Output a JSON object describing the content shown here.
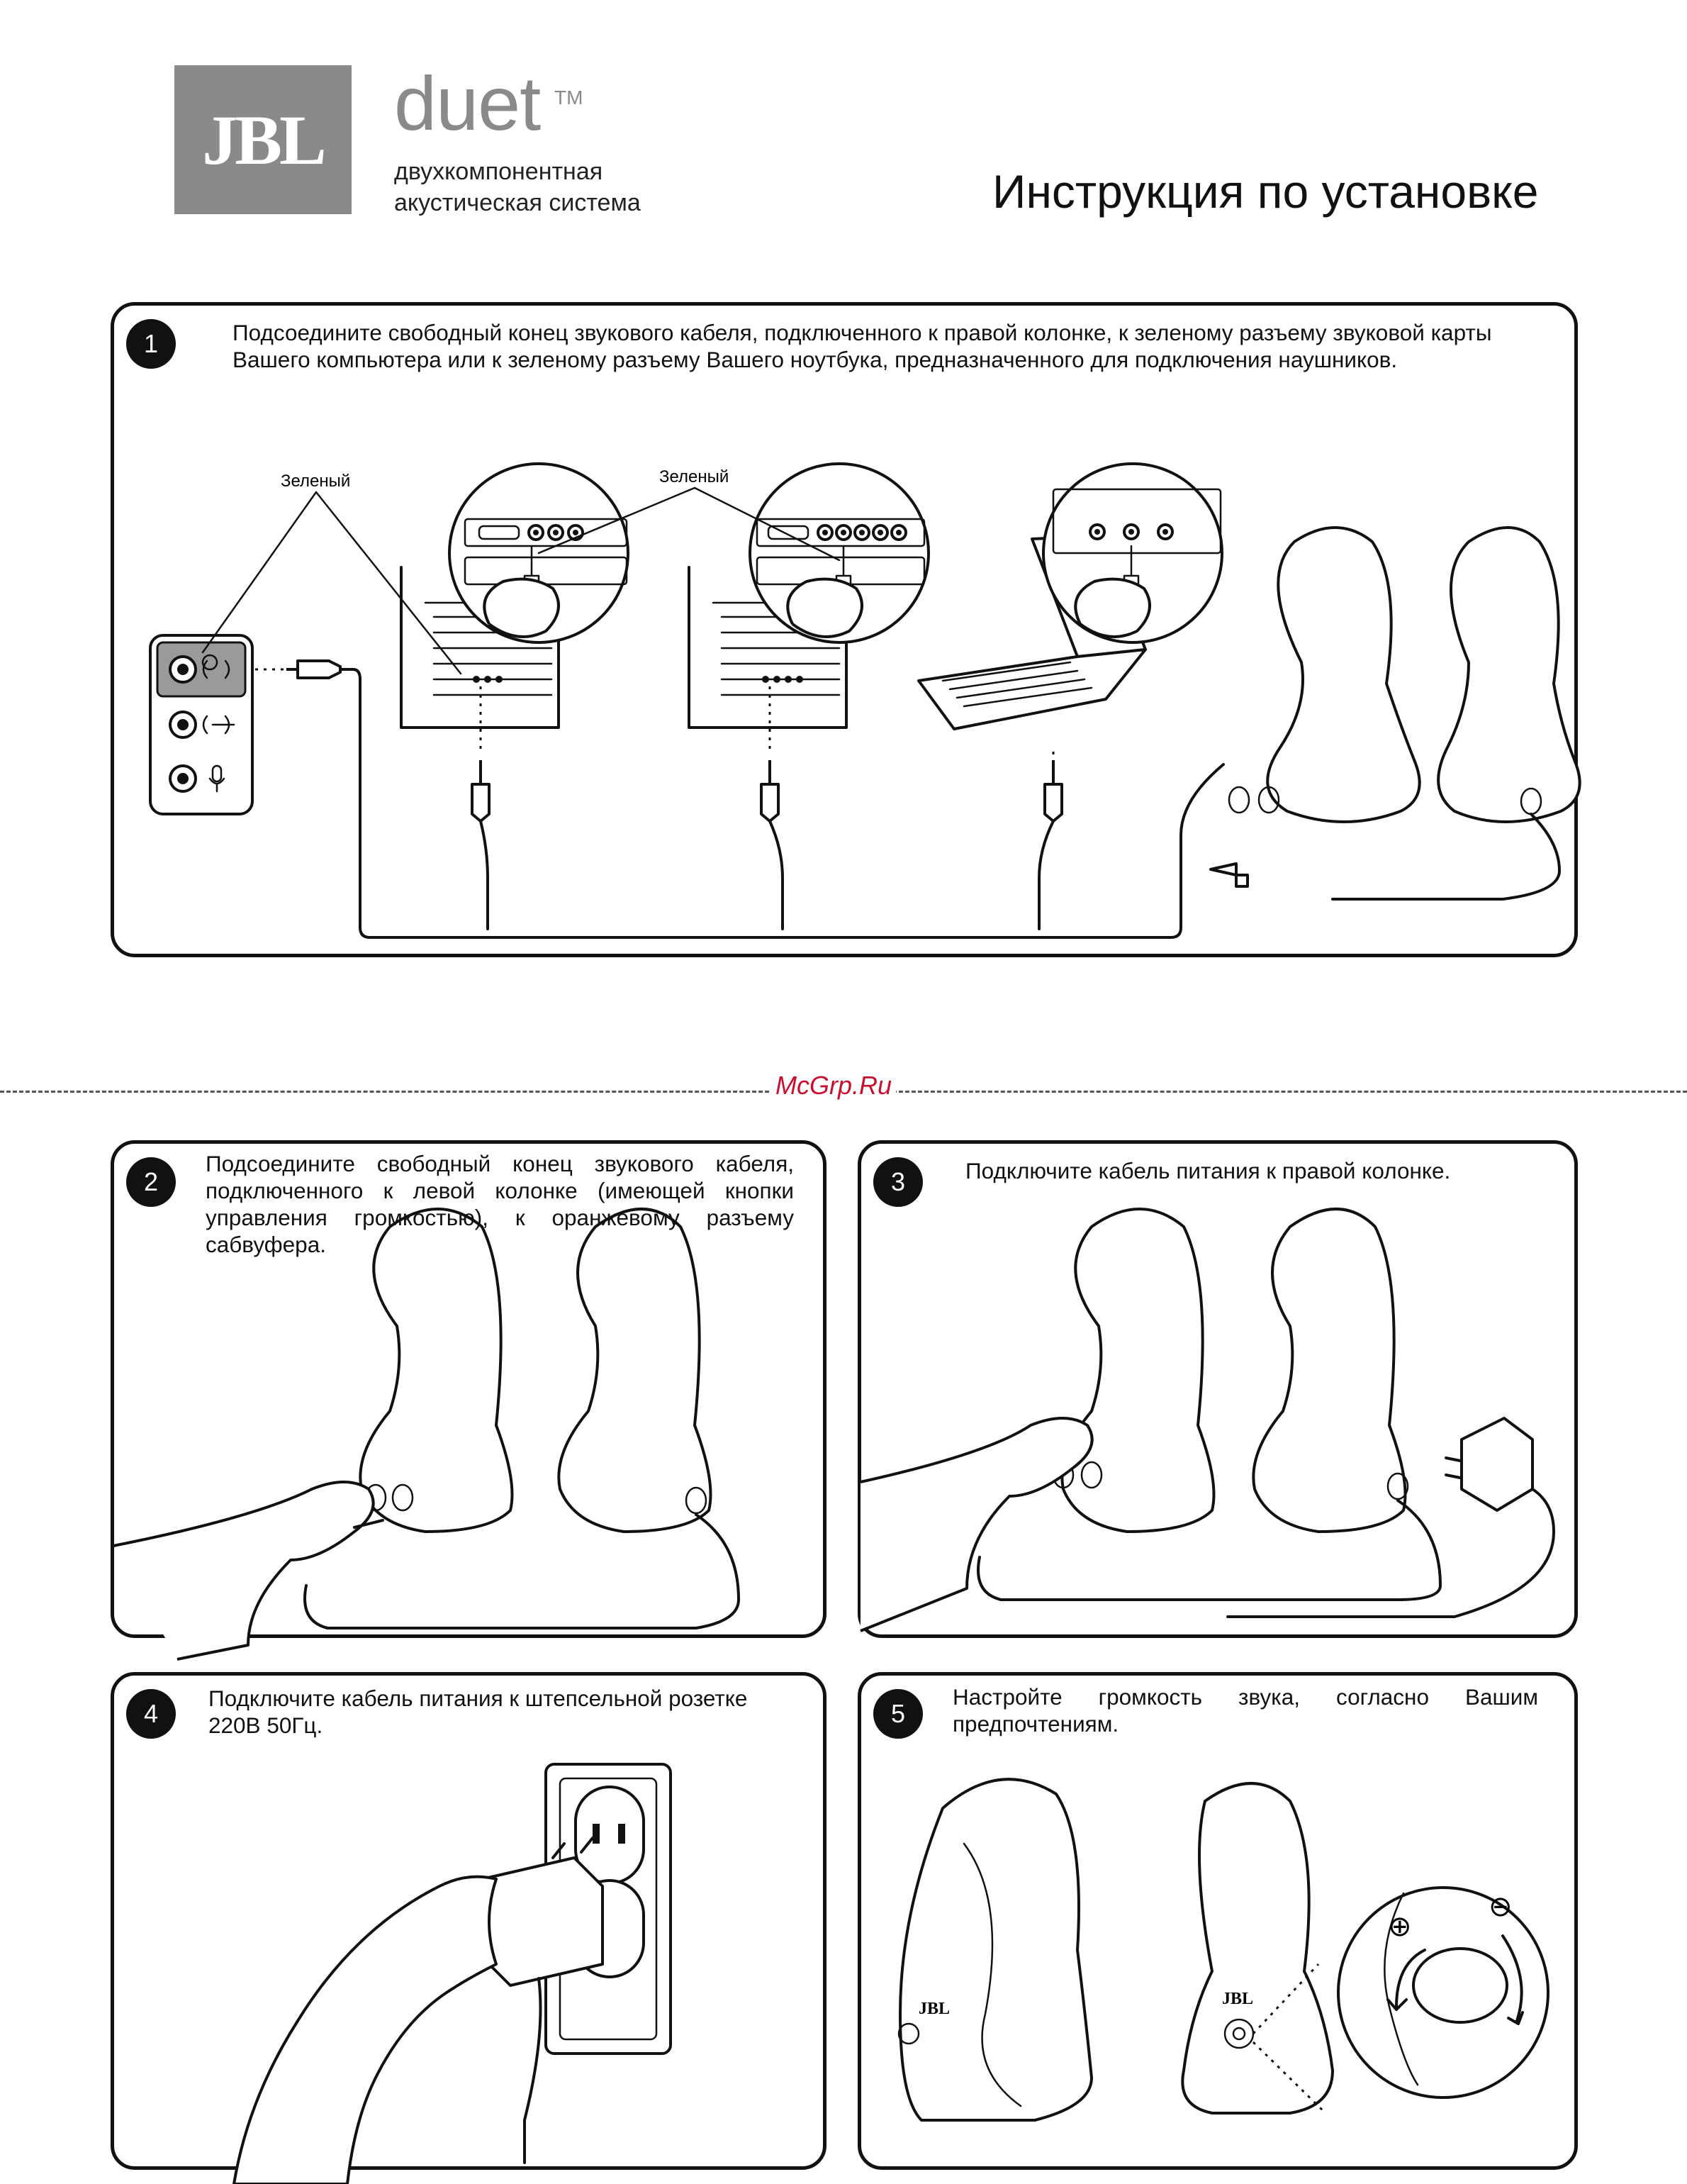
{
  "header": {
    "logo": "JBL",
    "brand": "duet",
    "trademark": "TM",
    "subtitle_line1": "двухкомпонентная",
    "subtitle_line2": "акустическая система",
    "title": "Инструкция по установке"
  },
  "watermark": "McGrp.Ru",
  "steps": [
    {
      "number": "1",
      "text": "Подсоедините свободный конец звукового кабеля, подключенного к правой колонке, к зеленому разъему звуковой карты Вашего компьютера или к зеленому разъему Вашего ноутбука, предназначенного для подключения наушников.",
      "label_green_1": "Зеленый",
      "label_green_2": "Зеленый"
    },
    {
      "number": "2",
      "text": "Подсоедините свободный конец звукового кабеля, подключенного к левой колонке (имеющей кнопки управления громкостью), к оранжевому разъему сабвуфера."
    },
    {
      "number": "3",
      "text": "Подключите кабель питания к правой колонке."
    },
    {
      "number": "4",
      "text": "Подключите кабель питания к штепсельной розетке 220В 50Гц."
    },
    {
      "number": "5",
      "text": "Настройте громкость звука, согласно Вашим предпочтениям.",
      "speaker_logo_1": "JBL",
      "speaker_logo_2": "JBL",
      "plus_symbol": "⊕",
      "minus_symbol": "⊖"
    }
  ]
}
